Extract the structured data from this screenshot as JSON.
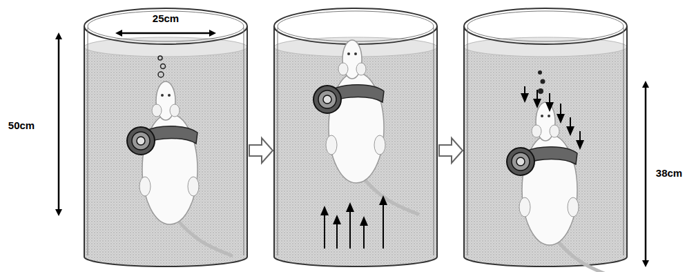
{
  "diagram": {
    "labels": [
      "25cm",
      "50cm",
      "38cm"
    ]
  }
}
